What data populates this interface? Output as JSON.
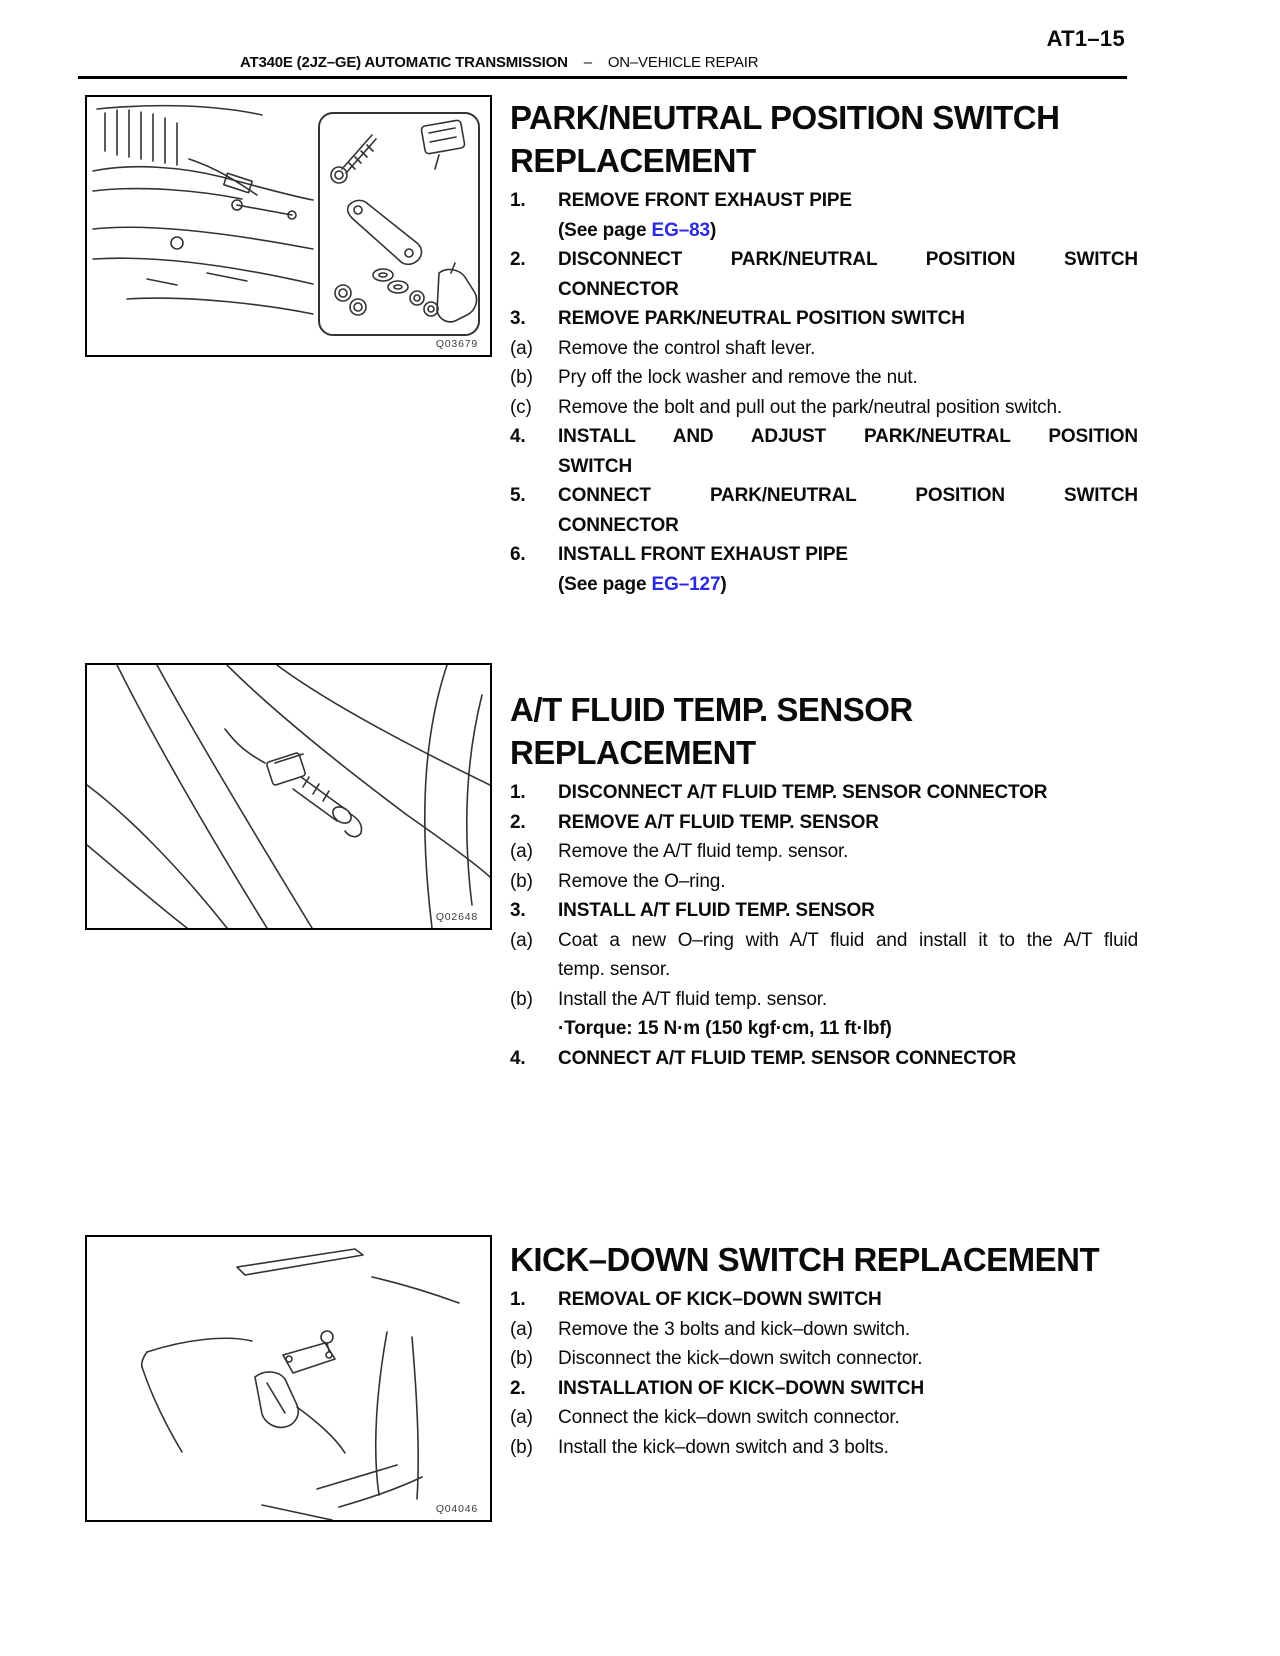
{
  "header": {
    "page_number": "AT1–15",
    "title": "AT340E (2JZ–GE) AUTOMATIC TRANSMISSION",
    "separator": "–",
    "subtitle": "ON–VEHICLE REPAIR"
  },
  "colors": {
    "link": "#2a2ae0",
    "text": "#0b0b0b"
  },
  "sections": [
    {
      "title_line1": "PARK/NEUTRAL POSITION SWITCH",
      "title_line2": "REPLACEMENT",
      "figure_code": "Q03679",
      "steps": [
        {
          "marker": "1.",
          "text": "REMOVE FRONT EXHAUST PIPE"
        },
        {
          "marker": "",
          "prefix": "(See page ",
          "link": "EG–83",
          "suffix": ")"
        },
        {
          "marker": "2.",
          "line1": "DISCONNECT PARK/NEUTRAL POSITION SWITCH",
          "line2": "CONNECTOR"
        },
        {
          "marker": "3.",
          "text": "REMOVE PARK/NEUTRAL POSITION SWITCH"
        },
        {
          "marker": "(a)",
          "text": "Remove the control shaft lever."
        },
        {
          "marker": "(b)",
          "text": "Pry off the lock washer and remove the nut."
        },
        {
          "marker": "(c)",
          "text": "Remove the bolt and pull out the park/neutral position switch."
        },
        {
          "marker": "4.",
          "line1": "INSTALL AND ADJUST PARK/NEUTRAL POSITION",
          "line2": "SWITCH"
        },
        {
          "marker": "5.",
          "line1": "CONNECT PARK/NEUTRAL POSITION SWITCH",
          "line2": "CONNECTOR"
        },
        {
          "marker": "6.",
          "text": "INSTALL FRONT EXHAUST PIPE"
        },
        {
          "marker": "",
          "prefix": "(See page ",
          "link": "EG–127",
          "suffix": ")"
        }
      ]
    },
    {
      "title_line1": "A/T FLUID TEMP. SENSOR",
      "title_line2": "REPLACEMENT",
      "figure_code": "Q02648",
      "steps": [
        {
          "marker": "1.",
          "text": "DISCONNECT A/T FLUID TEMP. SENSOR CONNECTOR"
        },
        {
          "marker": "2.",
          "text": "REMOVE A/T FLUID TEMP. SENSOR"
        },
        {
          "marker": "(a)",
          "text": "Remove the A/T fluid temp. sensor."
        },
        {
          "marker": "(b)",
          "text": "Remove the O–ring."
        },
        {
          "marker": "3.",
          "text": "INSTALL A/T FLUID TEMP. SENSOR"
        },
        {
          "marker": "(a)",
          "line1": "Coat a new O–ring with A/T fluid and install it to the A/T fluid",
          "line2": "temp. sensor."
        },
        {
          "marker": "(b)",
          "text": "Install the A/T fluid temp. sensor."
        },
        {
          "marker": "",
          "text": "·Torque: 15 N·m (150 kgf·cm, 11 ft·lbf)"
        },
        {
          "marker": "4.",
          "text": "CONNECT A/T FLUID TEMP. SENSOR CONNECTOR"
        }
      ]
    },
    {
      "title_line1": "KICK–DOWN SWITCH REPLACEMENT",
      "figure_code": "Q04046",
      "steps": [
        {
          "marker": "1.",
          "text": "REMOVAL OF KICK–DOWN SWITCH"
        },
        {
          "marker": "(a)",
          "text": "Remove the 3 bolts and kick–down switch."
        },
        {
          "marker": "(b)",
          "text": "Disconnect the kick–down switch connector."
        },
        {
          "marker": "2.",
          "text": "INSTALLATION OF KICK–DOWN SWITCH"
        },
        {
          "marker": "(a)",
          "text": "Connect the kick–down switch connector."
        },
        {
          "marker": "(b)",
          "text": "Install the kick–down switch and 3 bolts."
        }
      ]
    }
  ]
}
